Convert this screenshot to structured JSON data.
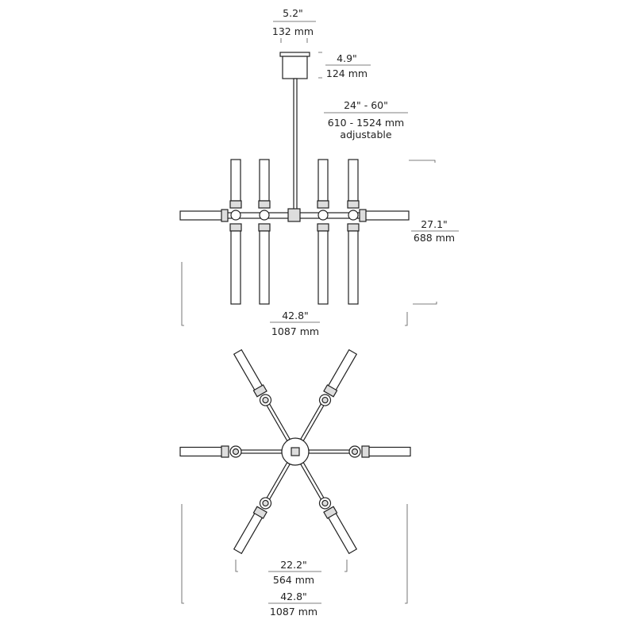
{
  "side_view": {
    "canopy_width_in": "5.2\"",
    "canopy_width_mm": "132 mm",
    "canopy_height_in": "4.9\"",
    "canopy_height_mm": "124 mm",
    "stem_in": "24\" - 60\"",
    "stem_mm": "610 - 1524 mm",
    "stem_note": "adjustable",
    "fixture_height_in": "27.1\"",
    "fixture_height_mm": "688 mm",
    "fixture_width_in": "42.8\"",
    "fixture_width_mm": "1087 mm"
  },
  "top_view": {
    "inner_width_in": "22.2\"",
    "inner_width_mm": "564 mm",
    "outer_width_in": "42.8\"",
    "outer_width_mm": "1087 mm"
  },
  "colors": {
    "line": "#222222",
    "background": "#ffffff"
  }
}
